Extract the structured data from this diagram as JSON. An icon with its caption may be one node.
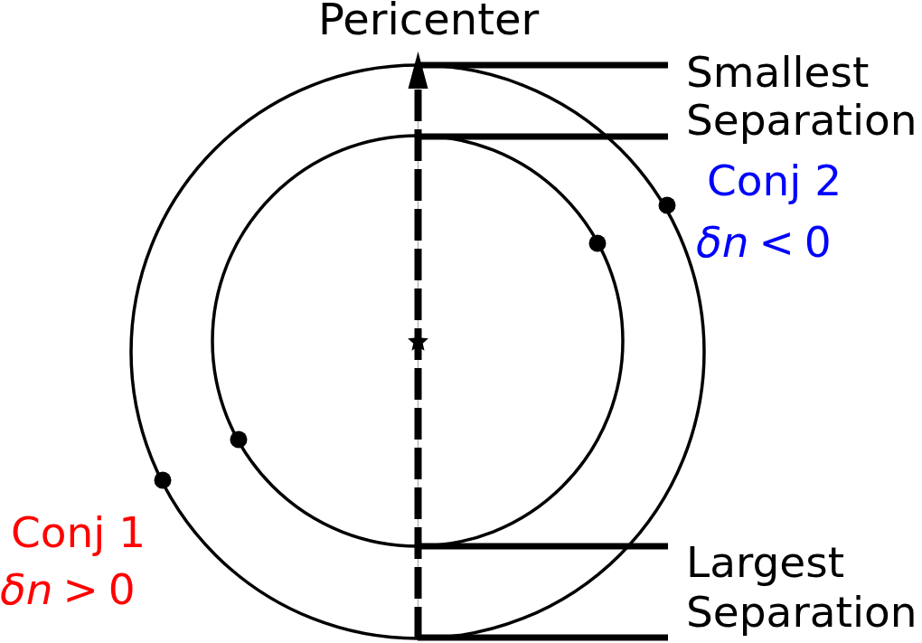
{
  "diagram": {
    "labels": [
      "Pericenter",
      "Smallest Separation",
      "Conj 2",
      "*δn* < 0",
      "Largest Separation",
      "Conj 1",
      "*δn* > 0"
    ]
  }
}
